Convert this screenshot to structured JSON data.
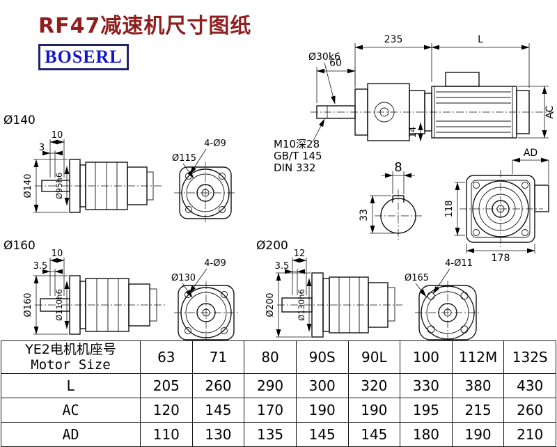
{
  "page": {
    "title": "RF47减速机尺寸图纸",
    "logo": "BOSERL",
    "colors": {
      "title": "#8e1f1f",
      "logo_text": "#1414cc",
      "logo_border": "#22226b",
      "line": "#111111"
    }
  },
  "drawing": {
    "main_view": {
      "dim_235": "235",
      "dim_L": "L",
      "dim_60": "60",
      "shaft_dia": "Ø30k6",
      "dim_AC": "AC",
      "dim_AD": "AD",
      "dim_14": "14",
      "tap_note_1": "M10深28",
      "tap_note_2": "GB/T 145",
      "tap_note_3": "DIN 332"
    },
    "shaft_section": {
      "key_width": "8",
      "key_height": "33"
    },
    "end_view": {
      "dim_118": "118",
      "dim_178": "178"
    },
    "flange140": {
      "label": "Ø140",
      "dim_10": "10",
      "dim_3": "3",
      "flange_od": "Ø140",
      "spigot": "Ø95h6",
      "holes": "4-Ø9",
      "bolt_circle": "Ø115"
    },
    "flange160": {
      "label": "Ø160",
      "dim_10": "10",
      "dim_35": "3.5",
      "flange_od": "Ø160",
      "spigot": "Ø110h6",
      "holes": "4-Ø9",
      "bolt_circle": "Ø130"
    },
    "flange200": {
      "label": "Ø200",
      "dim_12": "12",
      "dim_35": "3.5",
      "flange_od": "Ø200",
      "spigot": "Ø130h6",
      "holes": "4-Ø11",
      "bolt_circle": "Ø165"
    }
  },
  "table": {
    "header": {
      "row_label_cn": "YE2电机机座号",
      "row_label_en": "Motor Size",
      "sizes": [
        "63",
        "71",
        "80",
        "90S",
        "90L",
        "100",
        "112M",
        "132S"
      ]
    },
    "rows": [
      {
        "label": "L",
        "values": [
          "205",
          "260",
          "290",
          "300",
          "320",
          "330",
          "380",
          "430"
        ]
      },
      {
        "label": "AC",
        "values": [
          "120",
          "145",
          "170",
          "190",
          "190",
          "195",
          "215",
          "260"
        ]
      },
      {
        "label": "AD",
        "values": [
          "110",
          "130",
          "135",
          "145",
          "145",
          "180",
          "190",
          "210"
        ]
      }
    ]
  }
}
